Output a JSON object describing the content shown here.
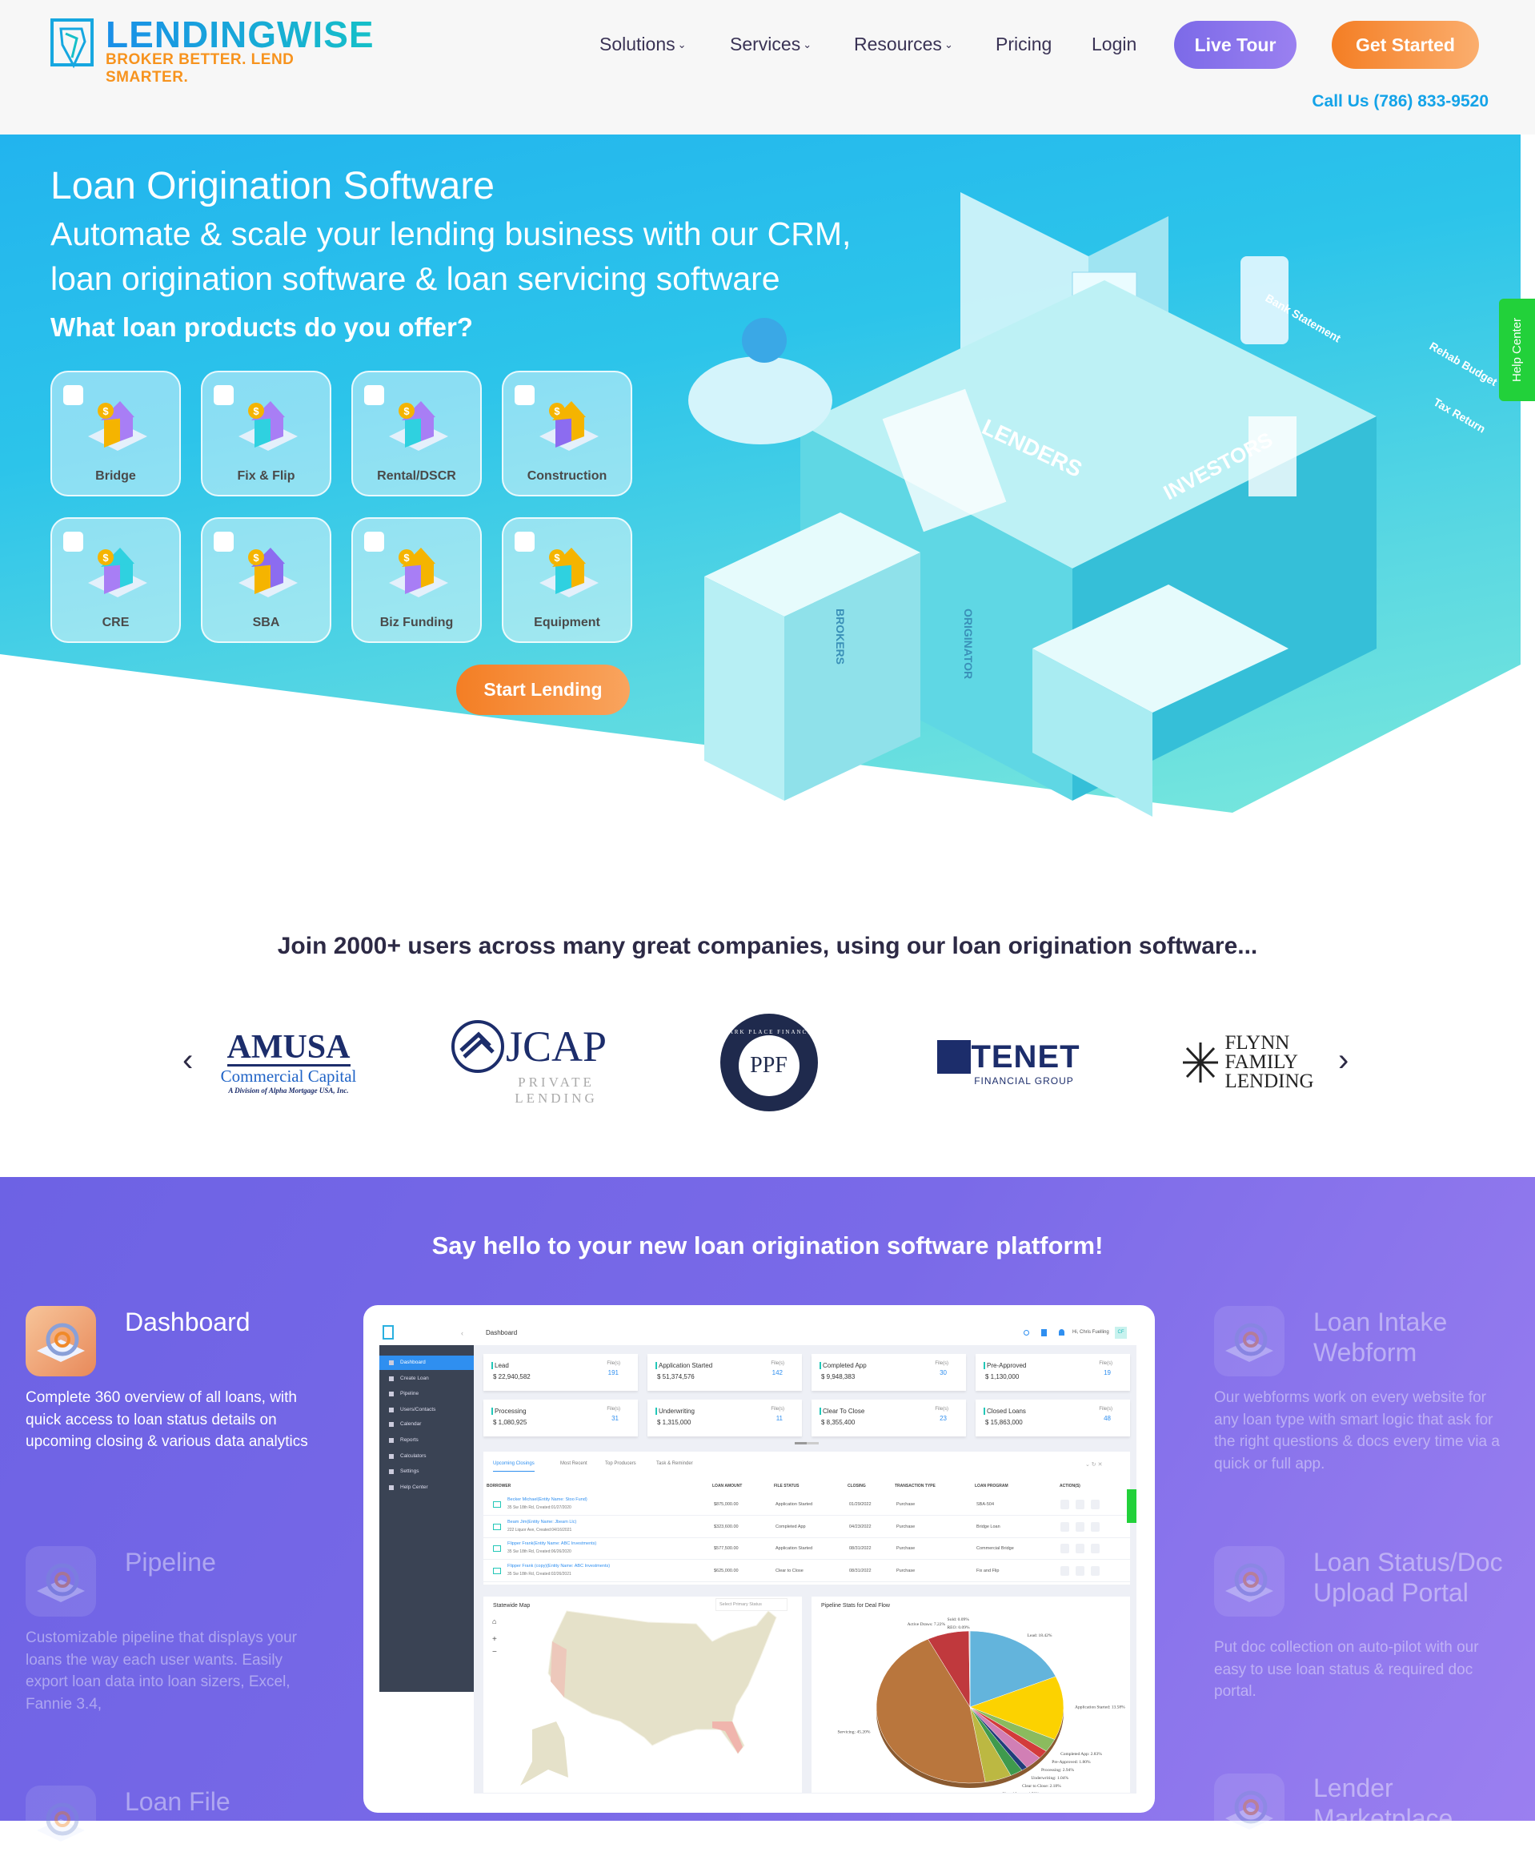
{
  "header": {
    "logo_word": "LENDINGWISE",
    "logo_tagline": "BROKER BETTER. LEND SMARTER.",
    "nav": [
      {
        "label": "Solutions",
        "dropdown": true
      },
      {
        "label": "Services",
        "dropdown": true
      },
      {
        "label": "Resources",
        "dropdown": true
      },
      {
        "label": "Pricing",
        "dropdown": false
      },
      {
        "label": "Login",
        "dropdown": false
      }
    ],
    "live_tour": "Live Tour",
    "get_started": "Get Started",
    "call_us": "Call Us (786) 833-9520",
    "colors": {
      "purple": "#8470ee",
      "orange": "#f58a34",
      "blue": "#14a3e8"
    }
  },
  "hero": {
    "title": "Loan Origination Software",
    "subtitle_line1": "Automate & scale your lending business with our CRM,",
    "subtitle_line2": "loan origination software & loan servicing software",
    "question": "What loan products do you offer?",
    "products": [
      {
        "label": "Bridge",
        "icon": "bridge-icon",
        "checked": false
      },
      {
        "label": "Fix & Flip",
        "icon": "house-tools-icon",
        "checked": false
      },
      {
        "label": "Rental/DSCR",
        "icon": "rent-house-icon",
        "checked": false
      },
      {
        "label": "Construction",
        "icon": "crane-icon",
        "checked": false
      },
      {
        "label": "CRE",
        "icon": "buildings-icon",
        "checked": false
      },
      {
        "label": "SBA",
        "icon": "storefront-icon",
        "checked": false
      },
      {
        "label": "Biz Funding",
        "icon": "money-bag-icon",
        "checked": false
      },
      {
        "label": "Equipment",
        "icon": "mixer-truck-icon",
        "checked": false
      }
    ],
    "cta": "Start Lending",
    "illustration_labels": [
      "LENDERS",
      "INVESTORS",
      "BROKERS",
      "ORIGINATOR",
      "Bank Statement",
      "Rehab Budget",
      "Tax Return"
    ]
  },
  "help_center": "Help Center",
  "partners": {
    "heading": "Join 2000+ users across many great companies, using our loan origination software...",
    "logos": [
      {
        "name": "AMUSA",
        "sub": "Commercial Capital",
        "note": "A Division of Alpha Mortgage USA, Inc."
      },
      {
        "name": "JCAP",
        "sub": "PRIVATE LENDING"
      },
      {
        "name": "PPF",
        "sub": "PARK PLACE FINANCE"
      },
      {
        "name": "TENET",
        "sub": "FINANCIAL GROUP"
      },
      {
        "name": "FLYNN FAMILY LENDING",
        "sub": ""
      }
    ]
  },
  "platform": {
    "heading": "Say hello to your new loan origination software platform!",
    "left_features": [
      {
        "title": "Dashboard",
        "desc": "Complete 360 overview of all loans, with quick access to loan status details on upcoming closing & various data analytics",
        "active": true
      },
      {
        "title": "Pipeline",
        "desc": "Customizable pipeline that displays your loans the way each user wants. Easily export loan data into loan sizers, Excel, Fannie 3.4,",
        "active": false
      },
      {
        "title": "Loan File",
        "desc": "",
        "active": false
      }
    ],
    "right_features": [
      {
        "title": "Loan Intake Webform",
        "desc": "Our webforms work on every website for any loan type with smart logic that ask for the right questions & docs every time via a quick or full app.",
        "active": false
      },
      {
        "title": "Loan Status/Doc Upload Portal",
        "desc": "Put doc collection on auto-pilot with our easy to use loan status & required doc portal.",
        "active": false
      },
      {
        "title": "Lender Marketplace",
        "desc": "",
        "active": false
      }
    ]
  },
  "app": {
    "page": "Dashboard",
    "user": "Hi, Chris Fuelling",
    "avatar": "CF",
    "sidebar": [
      "Dashboard",
      "Create Loan",
      "Pipeline",
      "Users/Contacts",
      "Calendar",
      "Reports",
      "Calculators",
      "Settings",
      "Help Center"
    ],
    "files_label": "File(s)",
    "stats": [
      {
        "label": "Lead",
        "amount": "$ 22,940,582",
        "files": "191"
      },
      {
        "label": "Application Started",
        "amount": "$ 51,374,576",
        "files": "142"
      },
      {
        "label": "Completed App",
        "amount": "$ 9,948,383",
        "files": "30"
      },
      {
        "label": "Pre-Approved",
        "amount": "$ 1,130,000",
        "files": "19"
      },
      {
        "label": "Processing",
        "amount": "$ 1,080,925",
        "files": "31"
      },
      {
        "label": "Underwriting",
        "amount": "$ 1,315,000",
        "files": "11"
      },
      {
        "label": "Clear To Close",
        "amount": "$ 8,355,400",
        "files": "23"
      },
      {
        "label": "Closed Loans",
        "amount": "$ 15,863,000",
        "files": "48"
      }
    ],
    "tabs": [
      "Upcoming Closings",
      "Most Recent",
      "Top Producers",
      "Task & Reminder"
    ],
    "columns": [
      "BORROWER",
      "LOAN AMOUNT",
      "FILE STATUS",
      "CLOSING",
      "TRANSACTION TYPE",
      "LOAN PROGRAM",
      "ACTION(S)"
    ],
    "rows": [
      {
        "borrower": "Becker Michael(Entity Name: Stoo Fund)",
        "address": "35 Sw 18th Rd, Created:01/27/2020",
        "amount": "$875,000.00",
        "status": "Application Started",
        "closing": "01/29/2022",
        "type": "Purchase",
        "program": "SBA-504"
      },
      {
        "borrower": "Beam Jim(Entity Name: Jbeam Llc)",
        "address": "222 Liquor Ave, Created:04/16/2021",
        "amount": "$323,600.00",
        "status": "Completed App",
        "closing": "04/23/2022",
        "type": "Purchase",
        "program": "Bridge Loan"
      },
      {
        "borrower": "Flipper Frank(Entity Name: ABC Investments)",
        "address": "35 Sw 18th Rd, Created:06/26/2020",
        "amount": "$577,500.00",
        "status": "Application Started",
        "closing": "08/31/2022",
        "type": "Purchase",
        "program": "Commercial Bridge"
      },
      {
        "borrower": "Flipper Frank (copy)(Entity Name: ABC Investments)",
        "address": "35 Sw 18th Rd, Created:02/26/2021",
        "amount": "$625,000.00",
        "status": "Clear to Close",
        "closing": "08/31/2022",
        "type": "Purchase",
        "program": "Fix and Flip"
      }
    ],
    "map_title": "Statewide Map",
    "map_search_placeholder": "Select Primary Status",
    "pie_title": "Pipeline Stats for Deal Flow",
    "help_tab": "Help Center"
  },
  "chart_data": {
    "type": "pie",
    "title": "Pipeline Stats for Deal Flow",
    "slices": [
      {
        "label": "Lead",
        "value": 18.42,
        "color": "#63b4dc"
      },
      {
        "label": "Application Started",
        "value": 13.58,
        "color": "#fcd200"
      },
      {
        "label": "Completed App",
        "value": 2.83,
        "color": "#8bbb5e"
      },
      {
        "label": "Pre-Approved",
        "value": 1.8,
        "color": "#d33b3b"
      },
      {
        "label": "Processing",
        "value": 2.94,
        "color": "#d17fb5"
      },
      {
        "label": "Underwriting",
        "value": 1.04,
        "color": "#213d7a"
      },
      {
        "label": "Clear to Close",
        "value": 2.18,
        "color": "#3f9a4d"
      },
      {
        "label": "Closed Loans",
        "value": 4.58,
        "color": "#bcb842"
      },
      {
        "label": "Servicing",
        "value": 45.2,
        "color": "#b9763d"
      },
      {
        "label": "Active Draws",
        "value": 7.22,
        "color": "#c0393d"
      },
      {
        "label": "Sold",
        "value": 0.09,
        "color": "#cccccc"
      },
      {
        "label": "REO",
        "value": 0.09,
        "color": "#aaaaaa"
      }
    ]
  }
}
